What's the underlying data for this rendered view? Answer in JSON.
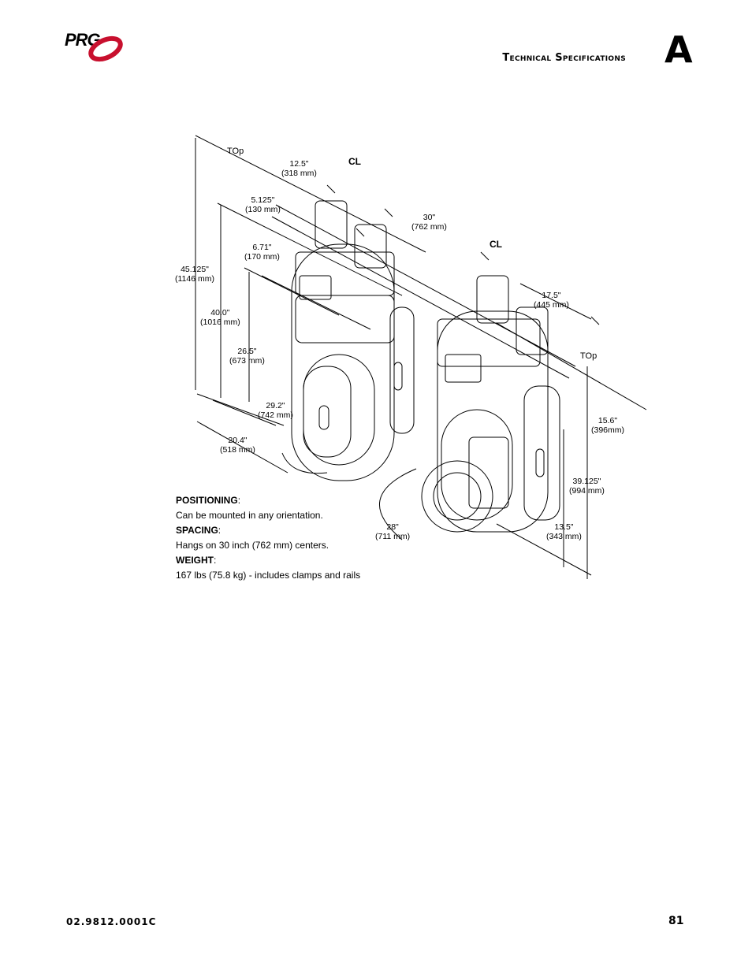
{
  "header": {
    "logo_text": "PRG",
    "section_title": "Technical Specifications",
    "appendix_letter": "A"
  },
  "figure": {
    "top_left": "TOp",
    "top_right": "TOp",
    "cl_left": "CL",
    "cl_right": "CL",
    "dims": {
      "d1": [
        "12.5\"",
        "(318 mm)"
      ],
      "d2": [
        "5.125\"",
        "(130 mm)"
      ],
      "d3": [
        "30\"",
        "(762 mm)"
      ],
      "d4": [
        "6.71\"",
        "(170 mm)"
      ],
      "d5": [
        "45.125\"",
        "(1146 mm)"
      ],
      "d6": [
        "17.5\"",
        "(445 mm)"
      ],
      "d7": [
        "40.0\"",
        "(1016 mm)"
      ],
      "d8": [
        "26.5\"",
        "(673 mm)"
      ],
      "d9": [
        "29.2\"",
        "(742 mm)"
      ],
      "d10": [
        "15.6\"",
        "(396mm)"
      ],
      "d11": [
        "20.4\"",
        "(518 mm)"
      ],
      "d12": [
        "39.125\"",
        "(994 mm)"
      ],
      "d13": [
        "28\"",
        "(711 mm)"
      ],
      "d14": [
        "13.5\"",
        "(343 mm)"
      ]
    }
  },
  "specs": [
    {
      "heading": "POSITIONING",
      "text": "Can be mounted in any orientation."
    },
    {
      "heading": "SPACING",
      "text": "Hangs on 30 inch (762 mm) centers."
    },
    {
      "heading": "WEIGHT",
      "text": "167 lbs (75.8 kg) - includes clamps and rails"
    }
  ],
  "footer": {
    "doc_number": "02.9812.0001C",
    "page_number": "81"
  }
}
